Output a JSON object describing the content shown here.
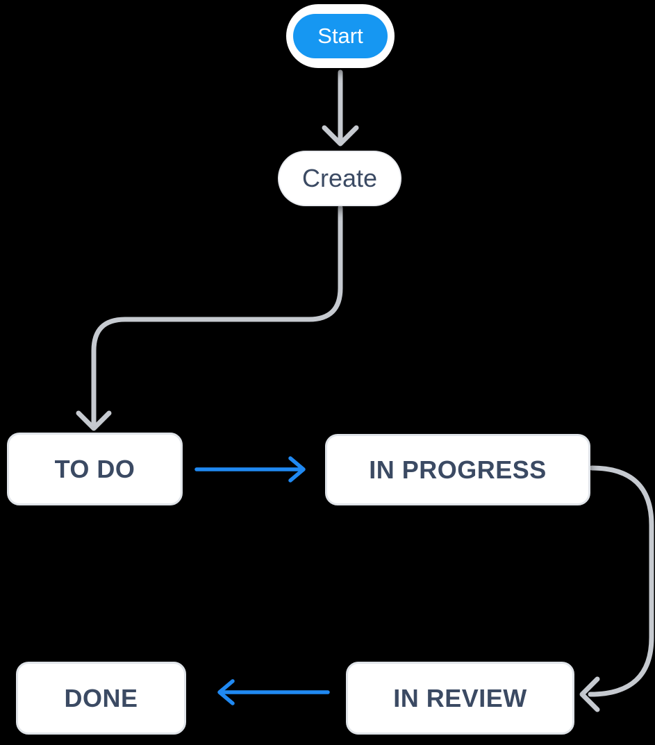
{
  "colors": {
    "background": "#000000",
    "start_fill": "#1697f2",
    "edge_blue": "#2089f2",
    "edge_gray": "#c6cad0",
    "node_bg": "#ffffff",
    "node_border": "#e0e4e9",
    "pill_border": "#e9ebef",
    "node_text": "#3b4a63",
    "start_text": "#ffffff"
  },
  "nodes": [
    {
      "id": "start",
      "label": "Start",
      "type": "start-pill"
    },
    {
      "id": "create",
      "label": "Create",
      "type": "action-pill"
    },
    {
      "id": "todo",
      "label": "TO DO",
      "type": "status"
    },
    {
      "id": "in_progress",
      "label": "IN PROGRESS",
      "type": "status"
    },
    {
      "id": "in_review",
      "label": "IN REVIEW",
      "type": "status"
    },
    {
      "id": "done",
      "label": "DONE",
      "type": "status"
    }
  ],
  "edges": [
    {
      "from": "start",
      "to": "create",
      "color": "gray",
      "shape": "straight-down"
    },
    {
      "from": "create",
      "to": "todo",
      "color": "gray",
      "shape": "s-curve-down-left"
    },
    {
      "from": "todo",
      "to": "in_progress",
      "color": "blue",
      "shape": "straight-right"
    },
    {
      "from": "in_progress",
      "to": "in_review",
      "color": "gray",
      "shape": "curve-right-down-left"
    },
    {
      "from": "in_review",
      "to": "done",
      "color": "blue",
      "shape": "straight-left"
    }
  ]
}
